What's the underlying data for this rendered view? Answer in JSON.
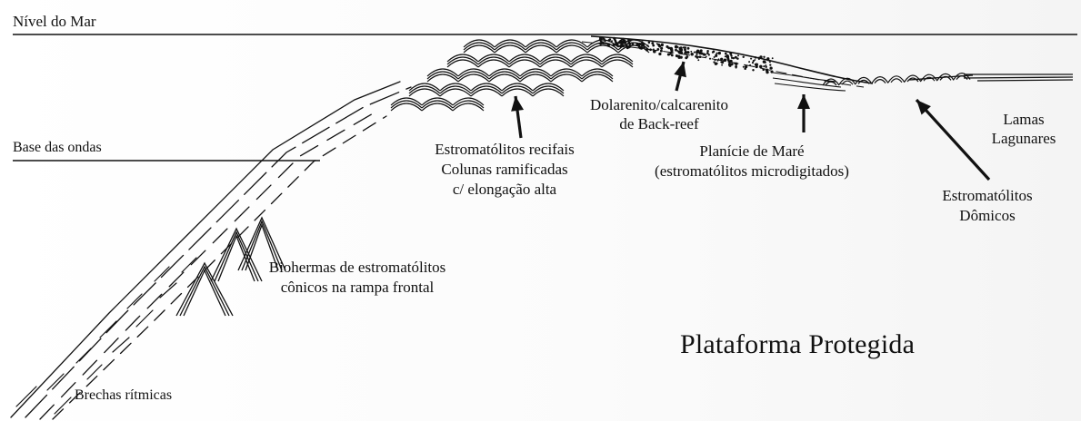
{
  "labels": {
    "sea_level": "Nível do Mar",
    "wave_base": "Base das ondas",
    "back_reef": [
      "Dolarenito/calcarenito",
      "de Back-reef"
    ],
    "lagoon_muds": [
      "Lamas",
      "Lagunares"
    ],
    "reef_stromatolites": [
      "Estromatólitos recifais",
      "Colunas ramificadas",
      "c/  elongação alta"
    ],
    "tidal_flat": [
      "Planície de Maré",
      "(estromatólitos microdigitados)"
    ],
    "domal_stromatolites": [
      "Estromatólitos",
      "Dômicos"
    ],
    "bioherms": [
      "Biohermas de estromatólitos",
      "cônicos na rampa frontal"
    ],
    "platform_title": "Plataforma Protegida",
    "rhythmic_breccias": "Brechas rítmicas"
  },
  "colors": {
    "ink": "#111111",
    "paper": "#ffffff"
  }
}
